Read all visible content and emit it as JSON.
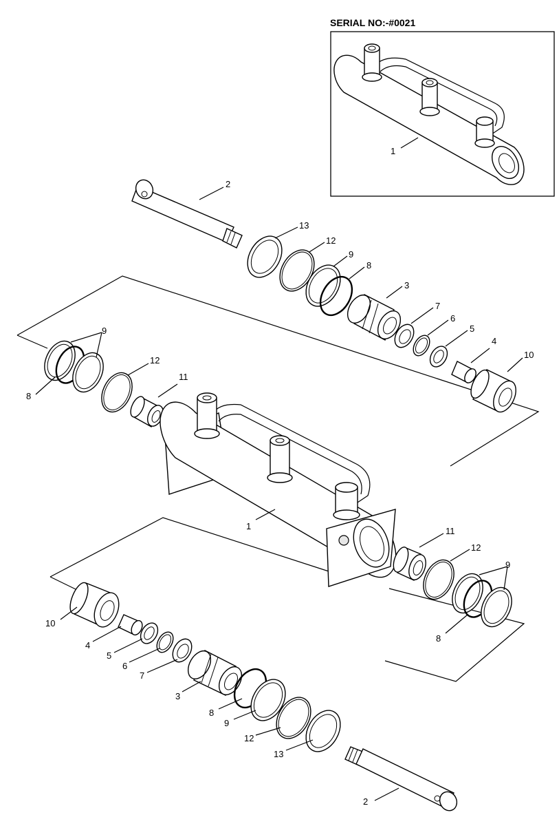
{
  "serial_label": "SERIAL NO:-#0021",
  "callouts": {
    "inset_1": "1",
    "top_2": "2",
    "top_13": "13",
    "top_12": "12",
    "top_9": "9",
    "top_8": "8",
    "top_3": "3",
    "top_7": "7",
    "top_6": "6",
    "top_5": "5",
    "top_4": "4",
    "top_10": "10",
    "left_9": "9",
    "left_8": "8",
    "left_12": "12",
    "left_11": "11",
    "mid_1": "1",
    "right_11": "11",
    "right_12": "12",
    "right_9": "9",
    "right_8": "8",
    "bot_10": "10",
    "bot_4": "4",
    "bot_5": "5",
    "bot_6": "6",
    "bot_7": "7",
    "bot_3": "3",
    "bot_8": "8",
    "bot_9": "9",
    "bot_12": "12",
    "bot_13": "13",
    "bot_2": "2"
  }
}
